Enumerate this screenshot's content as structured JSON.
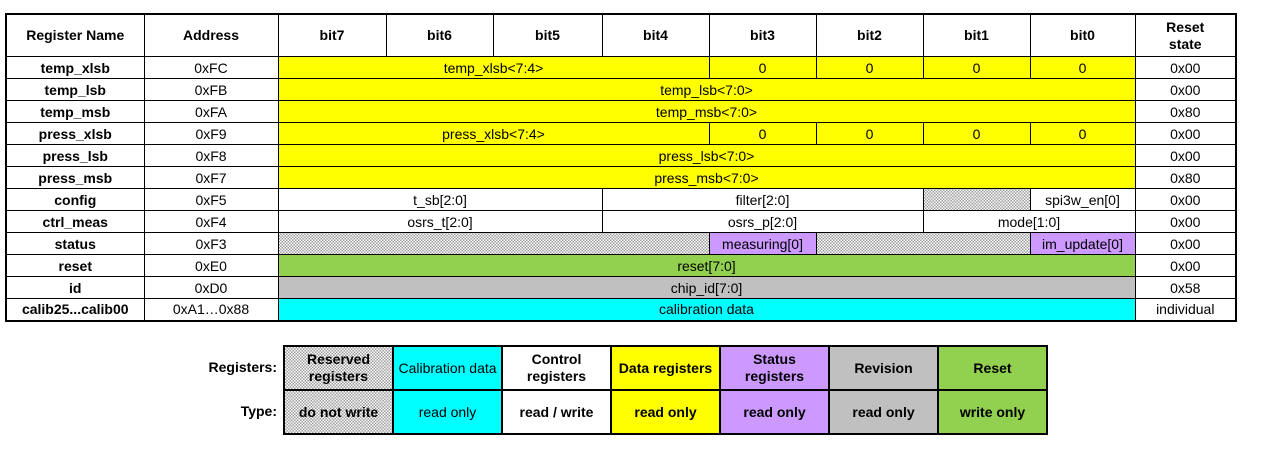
{
  "colors": {
    "yellow": "#FFFF00",
    "cyan": "#00FFFF",
    "green": "#92D050",
    "purple": "#CC99FF",
    "gray": "#C0C0C0",
    "white": "#FFFFFF",
    "border": "#000000"
  },
  "register_table": {
    "columns": [
      "Register Name",
      "Address",
      "bit7",
      "bit6",
      "bit5",
      "bit4",
      "bit3",
      "bit2",
      "bit1",
      "bit0",
      "Reset\nstate"
    ],
    "rows": [
      {
        "name": "temp_xlsb",
        "address": "0xFC",
        "reset": "0x00",
        "fields": [
          {
            "text": "temp_xlsb<7:4>",
            "span": 4,
            "style": "yellow"
          },
          {
            "text": "0",
            "span": 1,
            "style": "yellow"
          },
          {
            "text": "0",
            "span": 1,
            "style": "yellow"
          },
          {
            "text": "0",
            "span": 1,
            "style": "yellow"
          },
          {
            "text": "0",
            "span": 1,
            "style": "yellow"
          }
        ]
      },
      {
        "name": "temp_lsb",
        "address": "0xFB",
        "reset": "0x00",
        "fields": [
          {
            "text": "temp_lsb<7:0>",
            "span": 8,
            "style": "yellow"
          }
        ]
      },
      {
        "name": "temp_msb",
        "address": "0xFA",
        "reset": "0x80",
        "fields": [
          {
            "text": "temp_msb<7:0>",
            "span": 8,
            "style": "yellow"
          }
        ]
      },
      {
        "name": "press_xlsb",
        "address": "0xF9",
        "reset": "0x00",
        "fields": [
          {
            "text": "press_xlsb<7:4>",
            "span": 4,
            "style": "yellow"
          },
          {
            "text": "0",
            "span": 1,
            "style": "yellow"
          },
          {
            "text": "0",
            "span": 1,
            "style": "yellow"
          },
          {
            "text": "0",
            "span": 1,
            "style": "yellow"
          },
          {
            "text": "0",
            "span": 1,
            "style": "yellow"
          }
        ]
      },
      {
        "name": "press_lsb",
        "address": "0xF8",
        "reset": "0x00",
        "fields": [
          {
            "text": "press_lsb<7:0>",
            "span": 8,
            "style": "yellow"
          }
        ]
      },
      {
        "name": "press_msb",
        "address": "0xF7",
        "reset": "0x80",
        "fields": [
          {
            "text": "press_msb<7:0>",
            "span": 8,
            "style": "yellow"
          }
        ]
      },
      {
        "name": "config",
        "address": "0xF5",
        "reset": "0x00",
        "fields": [
          {
            "text": "t_sb[2:0]",
            "span": 3,
            "style": "white"
          },
          {
            "text": "filter[2:0]",
            "span": 3,
            "style": "white"
          },
          {
            "text": "",
            "span": 1,
            "style": "hatched"
          },
          {
            "text": "spi3w_en[0]",
            "span": 1,
            "style": "white"
          }
        ]
      },
      {
        "name": "ctrl_meas",
        "address": "0xF4",
        "reset": "0x00",
        "fields": [
          {
            "text": "osrs_t[2:0]",
            "span": 3,
            "style": "white"
          },
          {
            "text": "osrs_p[2:0]",
            "span": 3,
            "style": "white"
          },
          {
            "text": "mode[1:0]",
            "span": 2,
            "style": "white"
          }
        ]
      },
      {
        "name": "status",
        "address": "0xF3",
        "reset": "0x00",
        "fields": [
          {
            "text": "",
            "span": 4,
            "style": "hatched"
          },
          {
            "text": "measuring[0]",
            "span": 1,
            "style": "purple"
          },
          {
            "text": "",
            "span": 2,
            "style": "hatched"
          },
          {
            "text": "im_update[0]",
            "span": 1,
            "style": "purple"
          }
        ]
      },
      {
        "name": "reset",
        "address": "0xE0",
        "reset": "0x00",
        "fields": [
          {
            "text": "reset[7:0]",
            "span": 8,
            "style": "green"
          }
        ]
      },
      {
        "name": "id",
        "address": "0xD0",
        "reset": "0x58",
        "fields": [
          {
            "text": "chip_id[7:0]",
            "span": 8,
            "style": "gray"
          }
        ]
      },
      {
        "name": "calib25...calib00",
        "address": "0xA1…0x88",
        "reset": "individual",
        "fields": [
          {
            "text": "calibration data",
            "span": 8,
            "style": "cyan"
          }
        ]
      }
    ]
  },
  "legend": {
    "registers_label": "Registers:",
    "type_label": "Type:",
    "categories": [
      {
        "registers": "Reserved registers",
        "type": "do not write",
        "style": "hatched",
        "bold": true
      },
      {
        "registers": "Calibration data",
        "type": "read only",
        "style": "cyan",
        "bold": false
      },
      {
        "registers": "Control registers",
        "type": "read / write",
        "style": "white",
        "bold": true
      },
      {
        "registers": "Data registers",
        "type": "read only",
        "style": "yellow",
        "bold": true
      },
      {
        "registers": "Status registers",
        "type": "read only",
        "style": "purple",
        "bold": true
      },
      {
        "registers": "Revision",
        "type": "read only",
        "style": "gray",
        "bold": true
      },
      {
        "registers": "Reset",
        "type": "write only",
        "style": "green",
        "bold": true
      }
    ]
  }
}
